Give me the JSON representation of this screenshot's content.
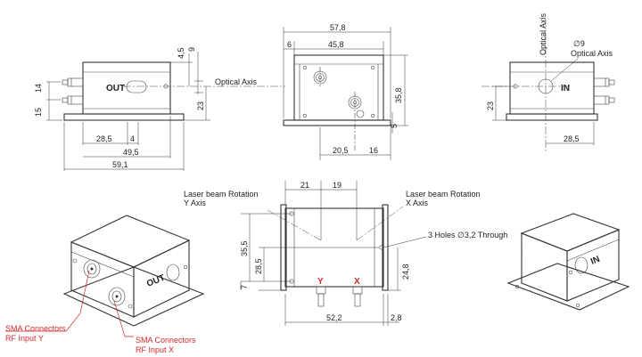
{
  "colors": {
    "line": "#333333",
    "label_red": "#d42a2a",
    "background": "#ffffff"
  },
  "front_view": {
    "out_label": "OUT",
    "optical_axis": "Optical Axis",
    "dims": {
      "d14": "14",
      "d15": "15",
      "d4_5": "4,5",
      "d9": "9",
      "d23": "23",
      "d28_5": "28,5",
      "d4": "4",
      "d49_5": "49,5",
      "d59_1": "59,1"
    }
  },
  "top_view": {
    "dims": {
      "d57_8": "57,8",
      "d6": "6",
      "d45_8": "45,8",
      "d35_8": "35,8",
      "d5": "5",
      "d20_5": "20,5",
      "d16": "16"
    }
  },
  "side_view": {
    "in_label": "IN",
    "optical_axis_vertical": "Optical Axis",
    "diameter": "∅9",
    "optical_axis": "Optical Axis",
    "dims": {
      "d23": "23",
      "d28_5": "28,5"
    }
  },
  "bottom_view": {
    "rotation_y": [
      "Laser beam Rotation",
      "Y Axis"
    ],
    "rotation_x": [
      "Laser beam Rotation",
      "X Axis"
    ],
    "holes": "3 Holes ∅3,2 Through",
    "connector_y": "Y",
    "connector_x": "X",
    "dims": {
      "d21": "21",
      "d19": "19",
      "d35_5": "35,5",
      "d28_5": "28,5",
      "d7": "7",
      "d24_8": "24,8",
      "d52_2": "52,2",
      "d2_8": "2,8"
    }
  },
  "iso_left": {
    "out_label": "OUT",
    "sma_y": [
      "SMA Connectors",
      "RF Input Y"
    ],
    "sma_x": [
      "SMA Connectors",
      "RF Input X"
    ]
  },
  "iso_right": {
    "in_label": "IN"
  }
}
